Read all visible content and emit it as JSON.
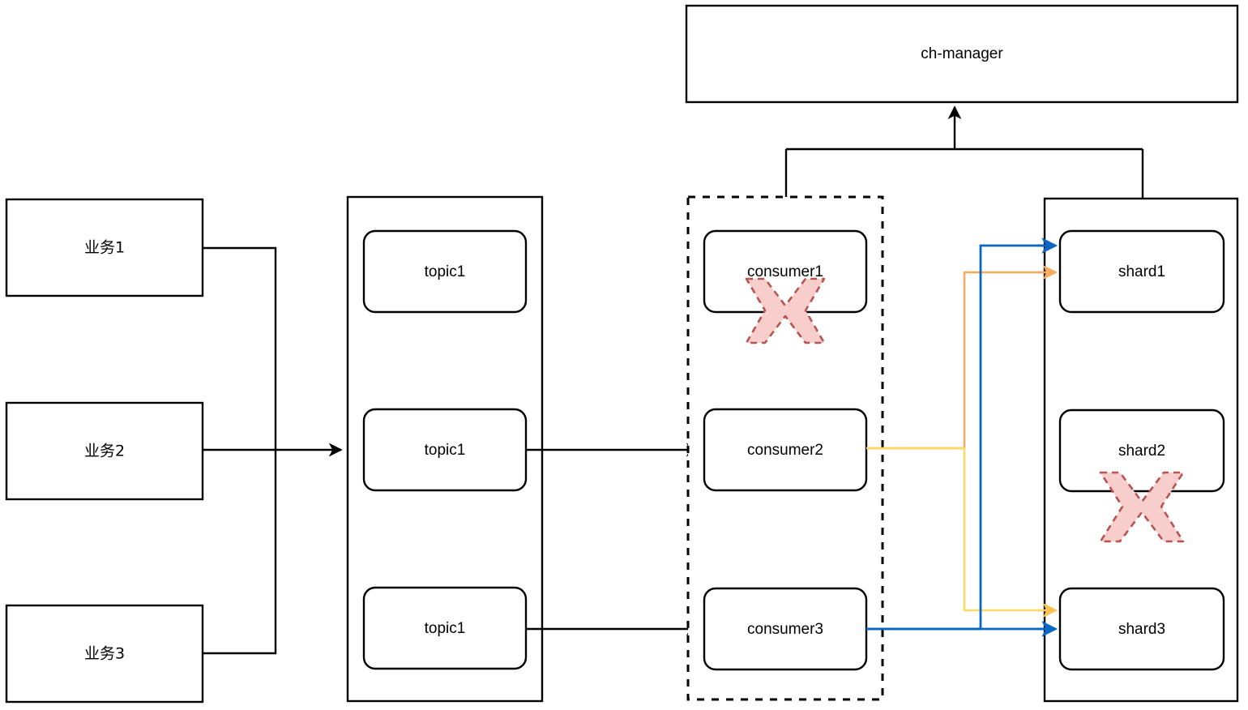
{
  "diagram": {
    "title": "ch-manager consumer shard failover architecture",
    "colors": {
      "stroke": "#000000",
      "background": "#ffffff",
      "x_fill": "#f8cecc",
      "x_stroke": "#b85450",
      "blue_edge": "#0b66c3",
      "orange_edge": "#f8ab60",
      "yellow_edge": "#ffd966"
    },
    "manager": {
      "label": "ch-manager"
    },
    "producers": {
      "group_name": "business-producers",
      "items": [
        {
          "label": "业务1"
        },
        {
          "label": "业务2"
        },
        {
          "label": "业务3"
        }
      ]
    },
    "topics": {
      "group_name": "topic-container",
      "items": [
        {
          "label": "topic1"
        },
        {
          "label": "topic1"
        },
        {
          "label": "topic1"
        }
      ]
    },
    "consumers": {
      "group_name": "consumer-group",
      "border_style": "dashed",
      "items": [
        {
          "label": "consumer1",
          "status": "failed",
          "marker": "x-mark"
        },
        {
          "label": "consumer2",
          "status": "active",
          "marker": ""
        },
        {
          "label": "consumer3",
          "status": "active",
          "marker": ""
        }
      ]
    },
    "shards": {
      "group_name": "shard-container",
      "items": [
        {
          "label": "shard1",
          "status": "active",
          "marker": ""
        },
        {
          "label": "shard2",
          "status": "failed",
          "marker": "x-mark"
        },
        {
          "label": "shard3",
          "status": "active",
          "marker": ""
        }
      ]
    },
    "edges": [
      {
        "name": "producers-to-topics",
        "from": "业务1/业务2/业务3",
        "to": "topic-container",
        "color": "#000000",
        "arrow": true
      },
      {
        "name": "topic2-to-consumer2",
        "from": "topic1",
        "to": "consumer2",
        "color": "#000000",
        "arrow": true
      },
      {
        "name": "topic3-to-consumer3",
        "from": "topic1",
        "to": "consumer3",
        "color": "#000000",
        "arrow": true
      },
      {
        "name": "consumer2-to-shard1",
        "from": "consumer2",
        "to": "shard1",
        "color": "#f8ab60",
        "arrow": true
      },
      {
        "name": "consumer2-to-shard3",
        "from": "consumer2",
        "to": "shard3",
        "color": "#ffd966",
        "arrow": true
      },
      {
        "name": "consumer3-to-shard1",
        "from": "consumer3",
        "to": "shard1",
        "color": "#0b66c3",
        "arrow": true
      },
      {
        "name": "consumer3-to-shard3",
        "from": "consumer3",
        "to": "shard3",
        "color": "#0b66c3",
        "arrow": true
      },
      {
        "name": "groups-to-ch-manager",
        "from": "consumer-group/shard-container",
        "to": "ch-manager",
        "color": "#000000",
        "arrow": true
      }
    ]
  }
}
